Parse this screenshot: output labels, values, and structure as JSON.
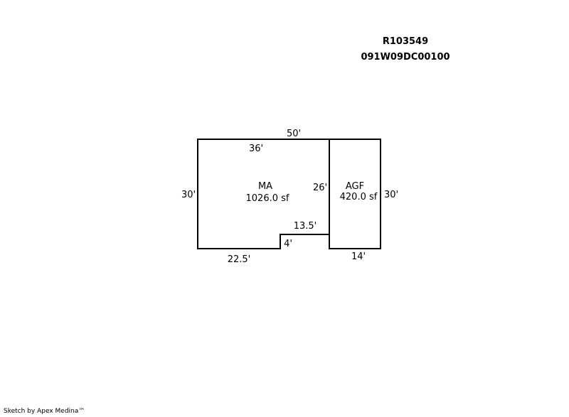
{
  "header": {
    "parcel_id": "R103549",
    "map_number": "091W09DC00100"
  },
  "areas": [
    {
      "code": "MA",
      "size": "1026.0 sf"
    },
    {
      "code": "AGF",
      "size": "420.0 sf"
    }
  ],
  "dimensions": {
    "top_total": "50'",
    "ma_top": "36'",
    "ma_left": "30'",
    "ma_inner_right": "26'",
    "notch_width": "13.5'",
    "notch_height": "4'",
    "ma_bottom": "22.5'",
    "agf_right": "30'",
    "agf_bottom": "14'"
  },
  "footer": {
    "credit": "Sketch by Apex Medina™"
  }
}
